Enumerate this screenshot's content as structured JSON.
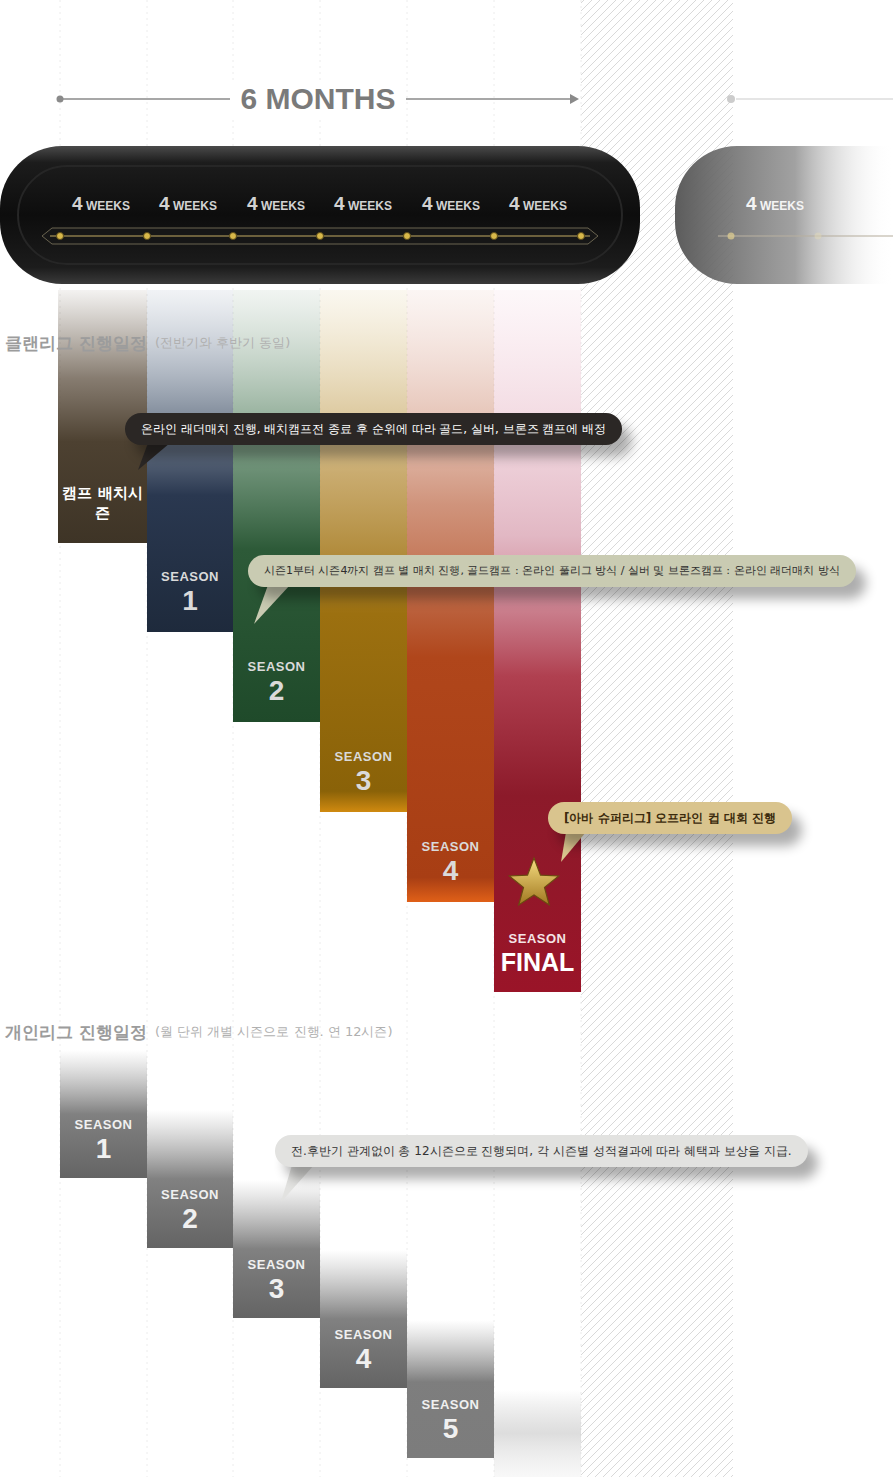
{
  "diagram": {
    "nodes": [
      {
        "text": [
          "온라인 래더매치 진행, 배치캠프전 종료 후 순위에 따라 골드, 실버, 브론즈 캠프에 배정"
        ]
      },
      {
        "text": [
          "캠프 배치시즌"
        ]
      },
      {
        "text": [
          "SEASON",
          "1"
        ]
      },
      {
        "text": [
          "시즌1부터 시즌4까지 캠프 별 매치 진행, 골드캠프 : 온라인 풀리그 방식 / 실버 및 브론즈캠프 : 온라인 래더매치 방식"
        ]
      },
      {
        "text": [
          "SEASON",
          "2"
        ]
      },
      {
        "text": [
          "SEASON",
          "3"
        ]
      },
      {
        "text": [
          "SEASON",
          "4"
        ]
      },
      {
        "text": [
          "[아바 슈퍼리그] 오프라인 컵 대회 진행"
        ]
      },
      {
        "text": [
          "SEASON",
          "FINAL"
        ]
      },
      {
        "text": [
          "SEASON",
          "1"
        ]
      },
      {
        "text": [
          "전.후반기 관계없이 총 12시즌으로 진행되며, 각 시즌별 성적결과에 따라 혜택과 보상을 지급."
        ]
      },
      {
        "text": [
          "SEASON",
          "2"
        ]
      },
      {
        "text": [
          "SEASON",
          "3"
        ]
      },
      {
        "text": [
          "SEASON",
          "4"
        ]
      },
      {
        "text": [
          "SEASON",
          "5"
        ]
      }
    ],
    "labels": [
      "6 MONTHS",
      "4 WEEKS",
      "4 WEEKS",
      "4 WEEKS",
      "4 WEEKS",
      "4 WEEKS",
      "4 WEEKS",
      "4 WEEKS",
      "클랜리그 진행일정",
      "(전반기와 후반기 동일)",
      "개인리그 진행일정",
      "(월 단위 개별 시즌으로 진행. 연 12시즌)"
    ]
  }
}
